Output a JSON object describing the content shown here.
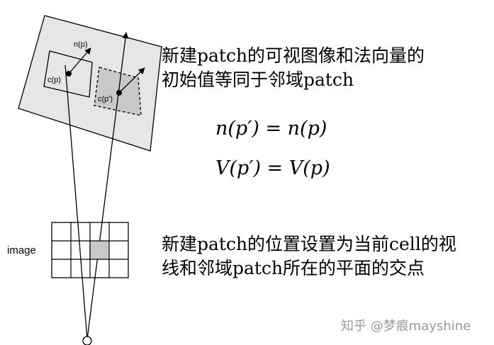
{
  "figure": {
    "image_label": "image",
    "normal_label": "n(p)",
    "center_label": "c(p)",
    "center_label_new": "c(p')",
    "grid_rows": 3,
    "grid_cols": 4,
    "highlight_cell": {
      "row": 1,
      "col": 2
    }
  },
  "text": {
    "desc1_line1": "新建patch的可视图像和法向量的",
    "desc1_line2": "初始值等同于邻域patch",
    "eq1": "n(p′) = n(p)",
    "eq2": "V(p′) = V(p)",
    "desc2_line1": "新建patch的位置设置为当前cell的视",
    "desc2_line2": "线和邻域patch所在的平面的交点"
  },
  "watermark": "知乎 @梦痕mayshine",
  "colors": {
    "plane_fill": "#e6e6e6",
    "patch_fill": "#c8c8c8",
    "grid_highlight": "#c8c8c8",
    "stroke": "#000000",
    "watermark": "#9a9a9a"
  }
}
